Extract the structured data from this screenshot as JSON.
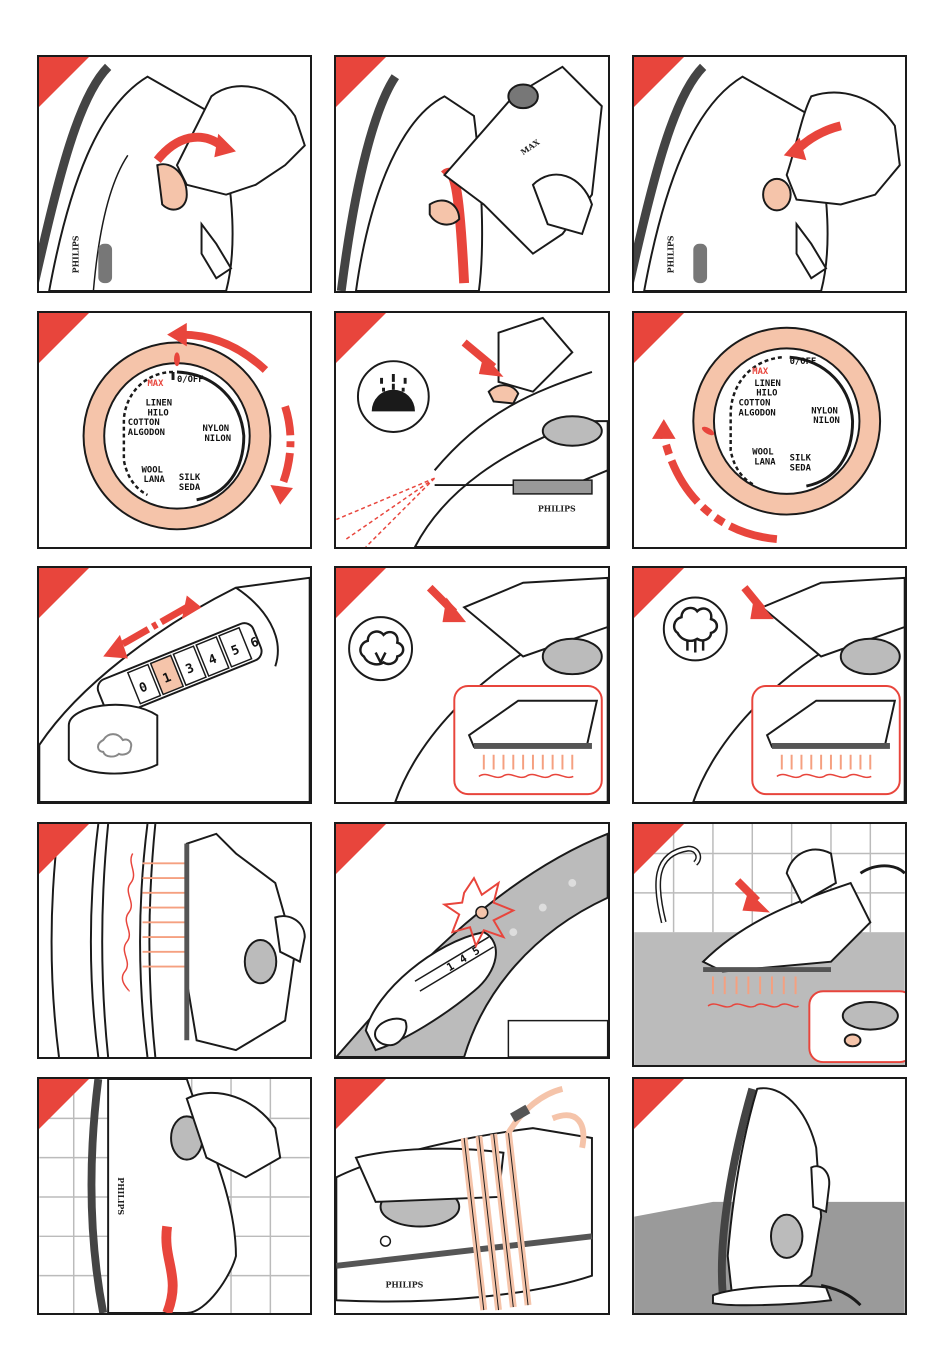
{
  "colors": {
    "accent": "#e8453c",
    "peach": "#f5c4aa",
    "gray": "#9a9a9a",
    "frame": "#1a1a1a"
  },
  "brand": "PHILIPS",
  "tank": {
    "max_label": "MAX"
  },
  "dial": {
    "max": "MAX",
    "off": "0/OFF",
    "linen": "LINEN",
    "hilo": "HILO",
    "cotton": "COTTON",
    "algodon": "ALGODON",
    "nylon": "NYLON",
    "nilon": "NILON",
    "wool": "WOOL",
    "lana": "LANA",
    "silk": "SILK",
    "seda": "SEDA"
  },
  "steam_slider": {
    "s0": "0",
    "s1": "1",
    "s3": "3",
    "s4": "4",
    "s5": "5",
    "s6": "6"
  },
  "panels": [
    {
      "name": "step-remove-filler-cap",
      "icon": "arrow-right-icon"
    },
    {
      "name": "step-fill-water",
      "icon": "water-jug-icon"
    },
    {
      "name": "step-close-filler-cap",
      "icon": "arrow-left-icon"
    },
    {
      "name": "step-set-temperature-dial",
      "icon": "dial-icon"
    },
    {
      "name": "step-press-spray-button",
      "icon": "spray-icon"
    },
    {
      "name": "step-turn-dial-back",
      "icon": "dial-icon"
    },
    {
      "name": "step-steam-slider",
      "icon": "slider-icon"
    },
    {
      "name": "step-shot-of-steam",
      "icon": "steam-shot-icon"
    },
    {
      "name": "step-vertical-steam",
      "icon": "vertical-steam-icon"
    },
    {
      "name": "step-vertical-ironing",
      "icon": "curtain-icon"
    },
    {
      "name": "step-calc-clean-light",
      "icon": "warning-light-icon"
    },
    {
      "name": "step-calc-clean-sink",
      "icon": "sink-icon"
    },
    {
      "name": "step-empty-water",
      "icon": "drain-icon"
    },
    {
      "name": "step-wind-cord",
      "icon": "cord-icon"
    },
    {
      "name": "step-store-upright",
      "icon": "iron-upright-icon"
    }
  ]
}
